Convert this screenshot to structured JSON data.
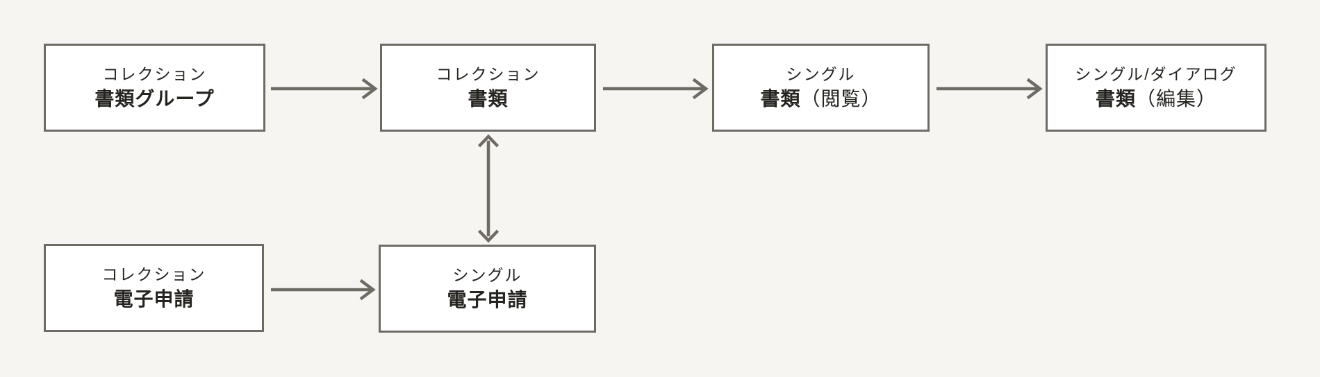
{
  "colors": {
    "bg": "#F6F5F2",
    "node-bg": "#FFFFFF",
    "line": "#6E6B63",
    "text": "#262420"
  },
  "diagram": {
    "nodes": [
      {
        "id": "doc-group",
        "type_label": "コレクション",
        "name_bold": "書類グループ",
        "name_suffix": ""
      },
      {
        "id": "doc",
        "type_label": "コレクション",
        "name_bold": "書類",
        "name_suffix": ""
      },
      {
        "id": "doc-view",
        "type_label": "シングル",
        "name_bold": "書類",
        "name_suffix": "（閲覧）"
      },
      {
        "id": "doc-edit",
        "type_label": "シングル/ダイアログ",
        "name_bold": "書類",
        "name_suffix": "（編集）"
      },
      {
        "id": "eapp-collection",
        "type_label": "コレクション",
        "name_bold": "電子申請",
        "name_suffix": ""
      },
      {
        "id": "eapp-single",
        "type_label": "シングル",
        "name_bold": "電子申請",
        "name_suffix": ""
      }
    ],
    "edges": [
      {
        "from": "doc-group",
        "to": "doc",
        "direction": "right"
      },
      {
        "from": "doc",
        "to": "doc-view",
        "direction": "right"
      },
      {
        "from": "doc-view",
        "to": "doc-edit",
        "direction": "right"
      },
      {
        "from": "eapp-collection",
        "to": "eapp-single",
        "direction": "right"
      },
      {
        "from": "doc",
        "to": "eapp-single",
        "direction": "both"
      }
    ]
  }
}
